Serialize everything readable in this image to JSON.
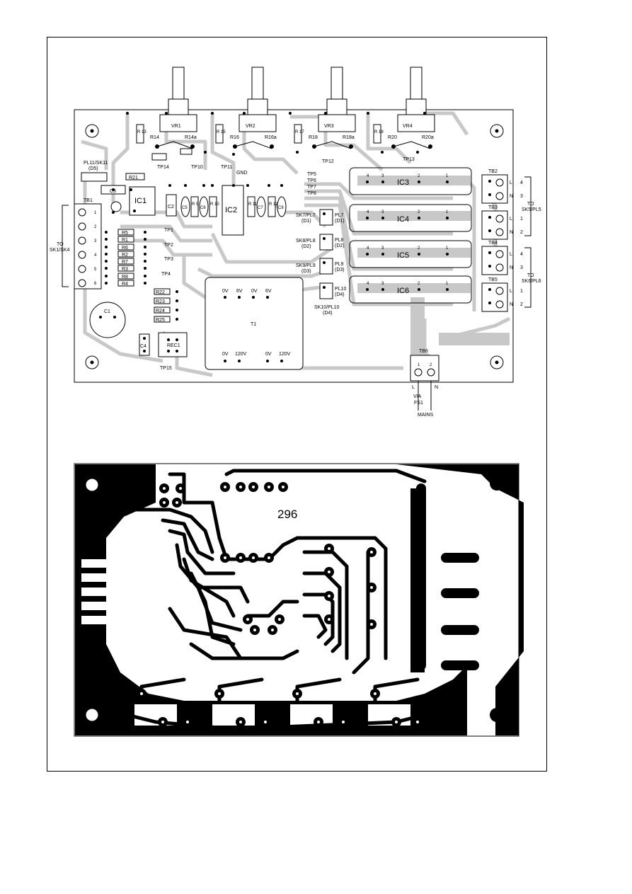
{
  "component_layout": {
    "pots": [
      {
        "label": "VR1",
        "r_left": "R14",
        "r_right": "R14a"
      },
      {
        "label": "VR2",
        "r_left": "R16",
        "r_right": "R16a"
      },
      {
        "label": "VR3",
        "r_left": "R18",
        "r_right": "R18a"
      },
      {
        "label": "VR4",
        "r_left": "R20",
        "r_right": "R20a"
      }
    ],
    "vertical_resistors": [
      "R 13",
      "R 15",
      "R 17",
      "R 19"
    ],
    "pl11": [
      "PL11/SK11",
      "(D5)"
    ],
    "r21": "R21",
    "tp14": "TP14",
    "tp10": "TP10",
    "tp11": "TP11",
    "gnd": "GND",
    "tp12": "TP12",
    "tp13": "TP13",
    "c3": "C3",
    "ic1": "IC1",
    "c2": "C2",
    "caps_small": [
      "C5",
      "C6",
      "C7",
      "C8"
    ],
    "res_small": [
      "R 9",
      "R 10",
      "R 11",
      "R 12"
    ],
    "ic2": "IC2",
    "tb1": "TB1",
    "tb1_pins": [
      "1",
      "2",
      "3",
      "4",
      "5",
      "6"
    ],
    "left_note": [
      "TO",
      "SK1/SK4"
    ],
    "res_column": [
      "R5",
      "R1",
      "R6",
      "R2",
      "R7",
      "R3",
      "R8",
      "R4"
    ],
    "tps_mid": [
      "TP1",
      "TP2",
      "TP3",
      "TP4"
    ],
    "res_lower": [
      "R22",
      "R23",
      "R24",
      "R25"
    ],
    "c1": "C1",
    "c4": "C4",
    "rec1": "REC1",
    "tp15": "TP15",
    "transformer": {
      "label": "T1",
      "top_pins": [
        "0V",
        "6V",
        "0V",
        "6V"
      ],
      "bottom_pins": [
        "0V",
        "120V",
        "0V",
        "120V"
      ]
    },
    "tps_right": [
      "TP5",
      "TP6",
      "TP7",
      "TP8"
    ],
    "plugs": [
      {
        "left": "SK7/PL7",
        "left_sub": "(D1)",
        "right": "PL7",
        "right_sub": "(D1)"
      },
      {
        "left": "SK8/PL8",
        "left_sub": "(D2)",
        "right": "PL8",
        "right_sub": "(D2)"
      },
      {
        "left": "SK9/PL9",
        "left_sub": "(D3)",
        "right": "PL9",
        "right_sub": "(D3)"
      },
      {
        "left": "SK10/PL10",
        "left_sub": "(D4)",
        "right": "PL10",
        "right_sub": "(D4)"
      }
    ],
    "ics_right": [
      "IC3",
      "IC4",
      "IC5",
      "IC6"
    ],
    "ic_pins": [
      "4",
      "3",
      "2",
      "1"
    ],
    "terminal_blocks": [
      "TB2",
      "TB3",
      "TB4",
      "TB5"
    ],
    "tb_pin_letters": [
      "L",
      "N"
    ],
    "tb_side_numbers": [
      [
        "4",
        "3"
      ],
      [
        "1",
        "2"
      ],
      [
        "4",
        "3"
      ],
      [
        "1",
        "2"
      ]
    ],
    "right_note_top": [
      "TO",
      "SK5/PL5"
    ],
    "right_note_bottom": [
      "TO",
      "SK6/PL6"
    ],
    "tb6": "TB6",
    "tb6_pins": [
      "1",
      "2"
    ],
    "mains": [
      "L",
      "N",
      "VIA",
      "FS1",
      "MAINS"
    ]
  },
  "track_layout": {
    "figure_number": "296"
  }
}
